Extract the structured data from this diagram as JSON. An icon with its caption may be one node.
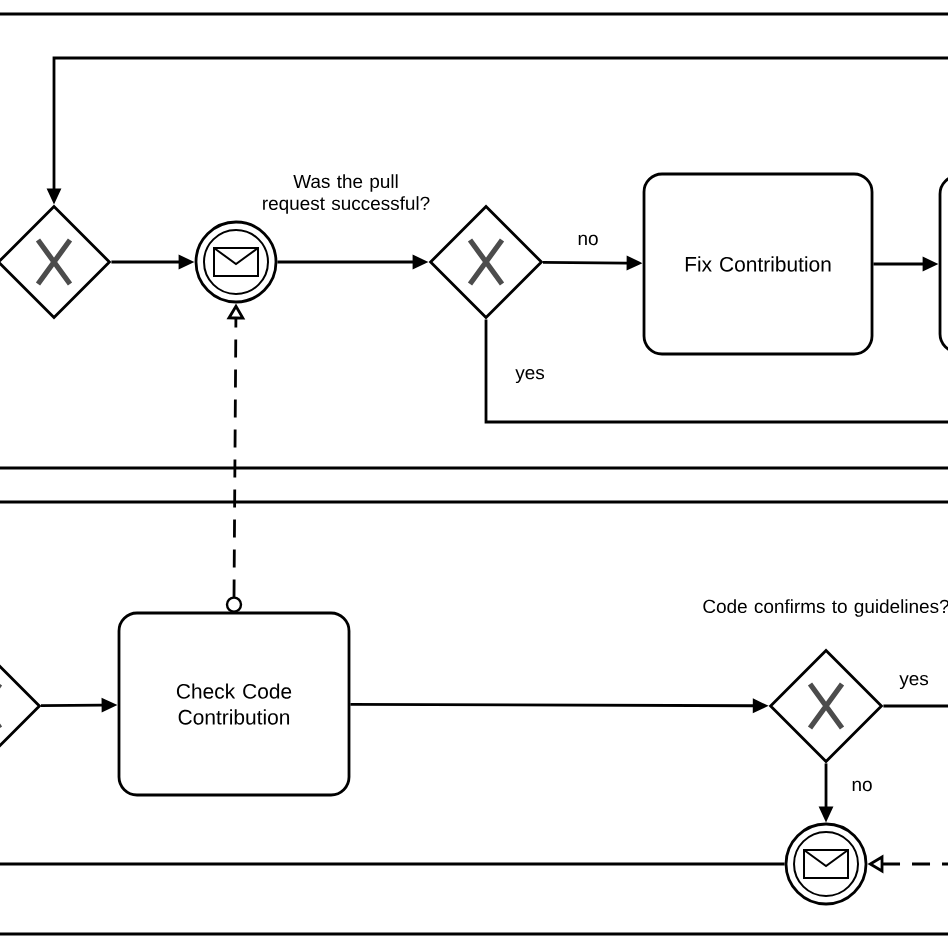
{
  "diagram": {
    "nodes": [
      {
        "text": [],
        "shape": "diamond"
      },
      {
        "text": [],
        "shape": "circle"
      },
      {
        "text": [],
        "shape": "diamond",
        "beside": [
          "Was the pull request successful?"
        ]
      },
      {
        "text": [
          "Fix Contribution"
        ]
      },
      {
        "text": [],
        "shape": "box"
      },
      {
        "text": [],
        "shape": "diamond"
      },
      {
        "text": [
          "Check Code Contribution"
        ]
      },
      {
        "text": [],
        "shape": "diamond",
        "beside": [
          "Code confirms to guidelines?"
        ]
      },
      {
        "text": [],
        "shape": "circle"
      }
    ],
    "edges": [
      {
        "from": 0,
        "to": 1,
        "arrow": "to"
      },
      {
        "from": 1,
        "to": 2,
        "arrow": "to"
      },
      {
        "from": 2,
        "to": 3,
        "arrow": "to",
        "label": "no"
      },
      {
        "from": 3,
        "to": 4,
        "arrow": "to"
      },
      {
        "from": 2,
        "to": null,
        "arrow": "none",
        "label": "yes"
      },
      {
        "from": null,
        "to": 0,
        "arrow": "to"
      },
      {
        "from": 6,
        "to": 1,
        "arrow": "to",
        "style": "dashed"
      },
      {
        "from": 5,
        "to": 6,
        "arrow": "to"
      },
      {
        "from": 6,
        "to": 7,
        "arrow": "to"
      },
      {
        "from": 7,
        "to": null,
        "arrow": "none",
        "label": "yes"
      },
      {
        "from": 7,
        "to": 8,
        "arrow": "to",
        "label": "no"
      },
      {
        "from": 8,
        "to": null,
        "arrow": "none"
      },
      {
        "from": null,
        "to": 8,
        "arrow": "to",
        "style": "dashed"
      }
    ]
  }
}
